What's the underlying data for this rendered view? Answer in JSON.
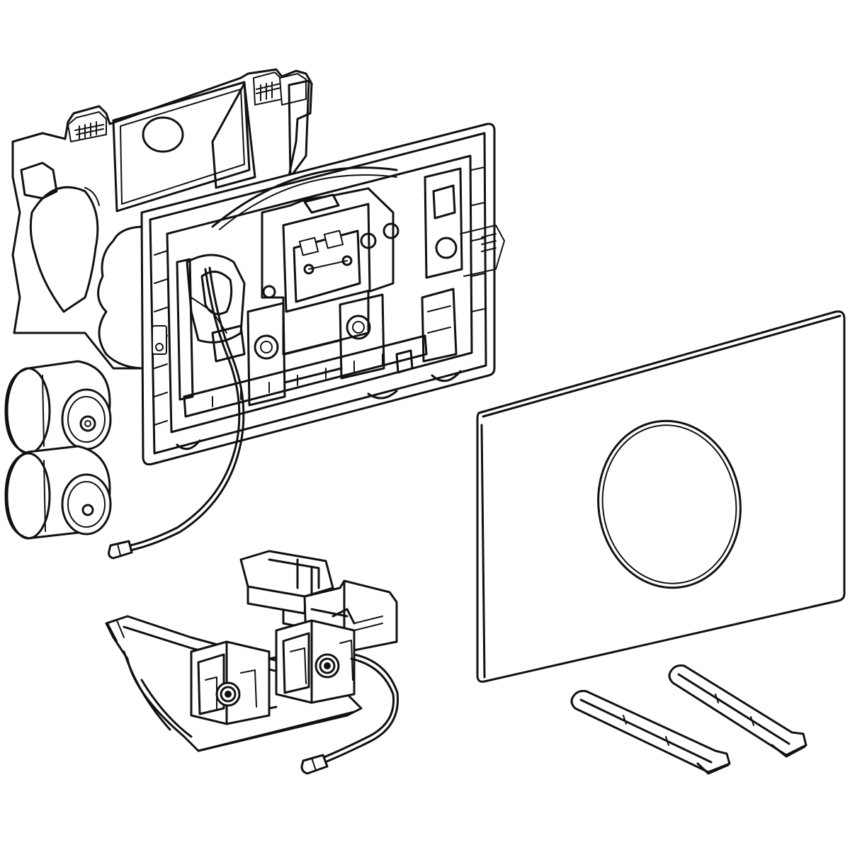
{
  "colors": {
    "line": "#111111",
    "background": "#ffffff"
  },
  "parts": [
    {
      "id": "mounting-frame-back",
      "icon": "mounting-bracket"
    },
    {
      "id": "frame-plate",
      "icon": "frame-plate"
    },
    {
      "id": "battery-1",
      "icon": "battery"
    },
    {
      "id": "battery-2",
      "icon": "battery"
    },
    {
      "id": "sensor-cable",
      "icon": "cable"
    },
    {
      "id": "actuator-module",
      "icon": "actuator"
    },
    {
      "id": "cover-plate",
      "icon": "cover-plate"
    },
    {
      "id": "rod-1",
      "icon": "actuation-rod"
    },
    {
      "id": "rod-2",
      "icon": "actuation-rod"
    }
  ]
}
